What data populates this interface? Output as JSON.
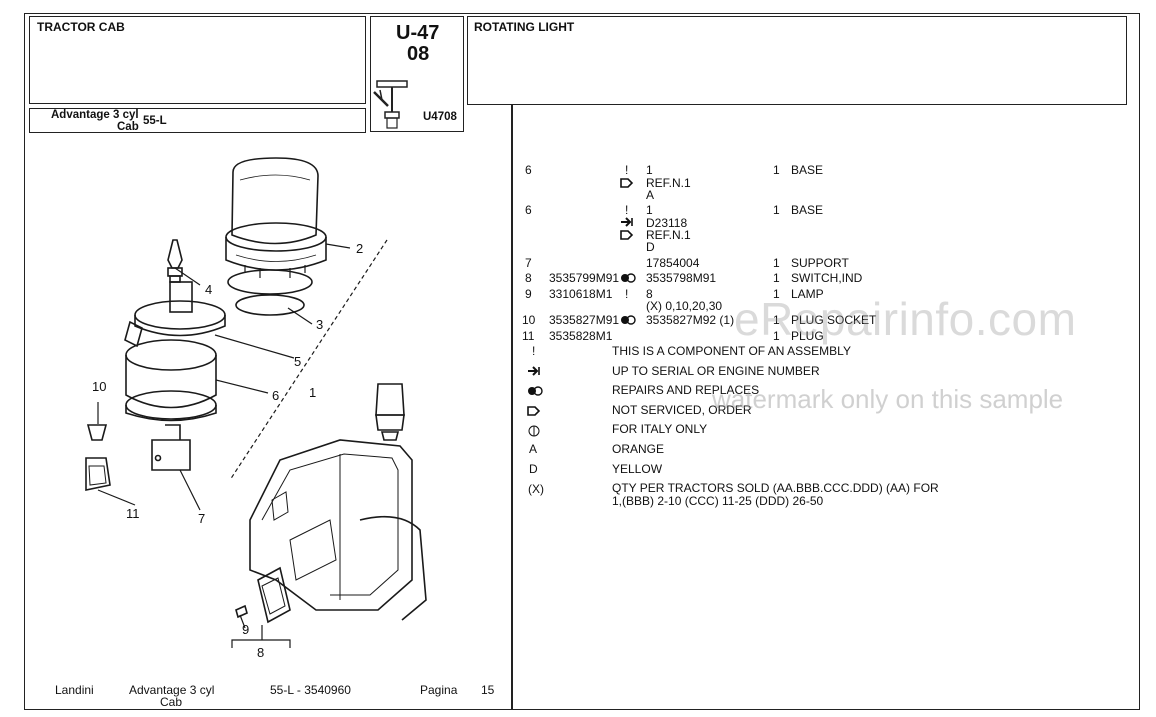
{
  "header": {
    "section": "TRACTOR CAB",
    "page_code_line1": "U-47",
    "page_code_line2": "08",
    "figure_code": "U4708",
    "model_line1": "Advantage 3 cyl",
    "model_line2": "Cab",
    "model_code": "55-L",
    "title": "ROTATING LIGHT"
  },
  "parts": [
    {
      "item": "6",
      "part": "",
      "sym": "!",
      "desc_lines": [
        "1"
      ],
      "sub": [
        {
          "sym": "plug-icon",
          "text": "REF.N.1"
        },
        {
          "sym": "",
          "text": "A"
        }
      ],
      "qty": "1",
      "name": "BASE"
    },
    {
      "item": "6",
      "part": "",
      "sym": "!",
      "desc_lines": [
        "1"
      ],
      "sub": [
        {
          "sym": "arrow-icon",
          "text": "D23118"
        },
        {
          "sym": "plug-icon",
          "text": "REF.N.1"
        },
        {
          "sym": "",
          "text": "D"
        }
      ],
      "qty": "1",
      "name": "BASE"
    },
    {
      "item": "7",
      "part": "",
      "sym": "",
      "desc": "17854004",
      "qty": "1",
      "name": "SUPPORT"
    },
    {
      "item": "8",
      "part": "3535799M91",
      "sym": "repl-icon",
      "desc": "3535798M91",
      "qty": "1",
      "name": "SWITCH,IND"
    },
    {
      "item": "9",
      "part": "3310618M1",
      "sym": "!",
      "desc": "8",
      "desc2": "(X) 0,10,20,30",
      "qty": "1",
      "name": "LAMP"
    },
    {
      "item": "10",
      "part": "3535827M91",
      "sym": "repl-icon",
      "desc": "3535827M92  (1)",
      "qty": "1",
      "name": "PLUG SOCKET"
    },
    {
      "item": "11",
      "part": "3535828M1",
      "sym": "",
      "desc": "",
      "qty": "1",
      "name": "PLUG"
    }
  ],
  "legend": [
    {
      "symbol": "!",
      "text": "THIS IS A COMPONENT OF AN ASSEMBLY"
    },
    {
      "symbol": "arrow-icon",
      "text": "UP TO SERIAL OR ENGINE NUMBER"
    },
    {
      "symbol": "repl-icon",
      "text": "REPAIRS AND REPLACES"
    },
    {
      "symbol": "plug-icon",
      "text": "NOT SERVICED, ORDER"
    },
    {
      "symbol": "italy-icon",
      "text": "FOR ITALY ONLY"
    },
    {
      "symbol": "A",
      "text": "ORANGE"
    },
    {
      "symbol": "D",
      "text": "YELLOW"
    },
    {
      "symbol": "(X)",
      "text": "QTY PER TRACTORS SOLD  (AA.BBB.CCC.DDD) (AA) FOR",
      "text2": "1,(BBB) 2-10 (CCC) 11-25 (DDD) 26-50"
    }
  ],
  "callouts": [
    "1",
    "2",
    "3",
    "4",
    "5",
    "6",
    "7",
    "8",
    "9",
    "10",
    "11"
  ],
  "watermark": {
    "line1": "eRepairinfo.com",
    "line2": "watermark only on this sample"
  },
  "footer": {
    "brand": "Landini",
    "model_line1": "Advantage 3 cyl",
    "model_line2": "Cab",
    "code": "55-L - 3540960",
    "pagina_label": "Pagina",
    "page_num": "15"
  }
}
